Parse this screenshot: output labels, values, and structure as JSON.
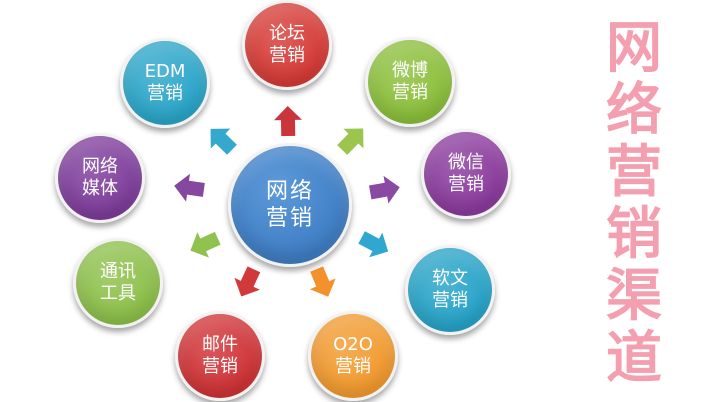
{
  "center": {
    "label": "网络\n营销",
    "color": "#3f7dc4"
  },
  "nodes": [
    {
      "id": "forum",
      "label": "论坛\n营销",
      "color": "#d53a35",
      "arrow": "#c9353a"
    },
    {
      "id": "weibo",
      "label": "微博\n营销",
      "color": "#8bbf3a",
      "arrow": "#9cc54d"
    },
    {
      "id": "weixin",
      "label": "微信\n营销",
      "color": "#8a3a9c",
      "arrow": "#8a4aa3"
    },
    {
      "id": "article",
      "label": "软文\n营销",
      "color": "#26a3c8",
      "arrow": "#2fa7cf"
    },
    {
      "id": "o2o",
      "label": "O2O\n营销",
      "color": "#f29a2e",
      "arrow": "#f3922c"
    },
    {
      "id": "email",
      "label": "邮件\n营销",
      "color": "#cf3235",
      "arrow": "#d13a3b"
    },
    {
      "id": "tools",
      "label": "通讯\n工具",
      "color": "#8dc04a",
      "arrow": "#8fc24f"
    },
    {
      "id": "media",
      "label": "网络\n媒体",
      "color": "#7d3c9a",
      "arrow": "#86479f"
    },
    {
      "id": "edm",
      "label": "EDM\n营销",
      "color": "#2aa5c9",
      "arrow": "#35a9cd"
    }
  ],
  "title": [
    "网",
    "络",
    "营",
    "销",
    "渠",
    "道"
  ],
  "title_color": "#f49fb0"
}
